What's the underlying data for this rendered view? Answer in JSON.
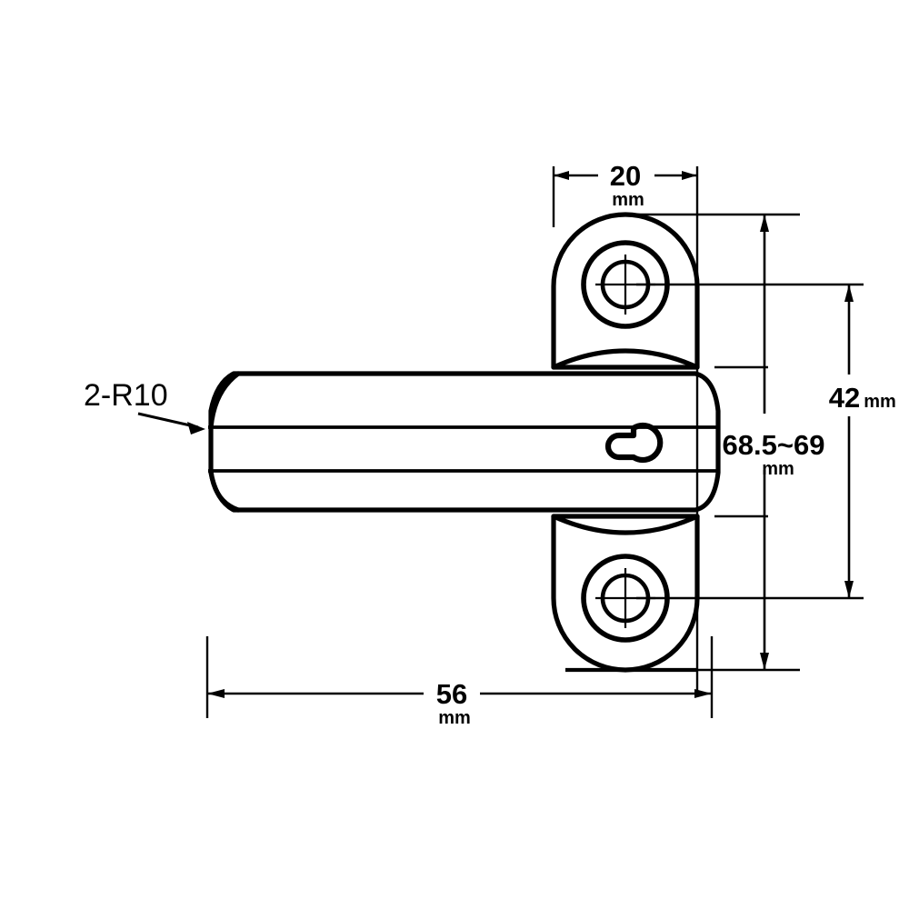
{
  "drawing": {
    "title": "Door handle lock technical dimension drawing",
    "background_color": "#ffffff",
    "line_color": "#000000",
    "annotations": {
      "radius_callout": {
        "label": "2-R10",
        "name": "radius-callout",
        "description": "two corner radii of 10"
      },
      "width_top": {
        "value": "20",
        "unit": "mm",
        "name": "width-dimension-top"
      },
      "height_handle": {
        "value": "68.5~69",
        "unit": "mm",
        "name": "handle-height-dimension"
      },
      "height_overall": {
        "value": "42",
        "unit": "mm",
        "name": "overall-height-dimension"
      },
      "length_overall": {
        "value": "56",
        "unit": "mm",
        "name": "overall-length-dimension"
      }
    },
    "parts": {
      "handle_body": "handle-body",
      "mounting_plate_top": "mounting-plate-top",
      "mounting_plate_bottom": "mounting-plate-bottom",
      "screw_hole_top": "screw-hole-top",
      "screw_hole_bottom": "screw-hole-bottom",
      "keyhole": "keyhole"
    }
  }
}
